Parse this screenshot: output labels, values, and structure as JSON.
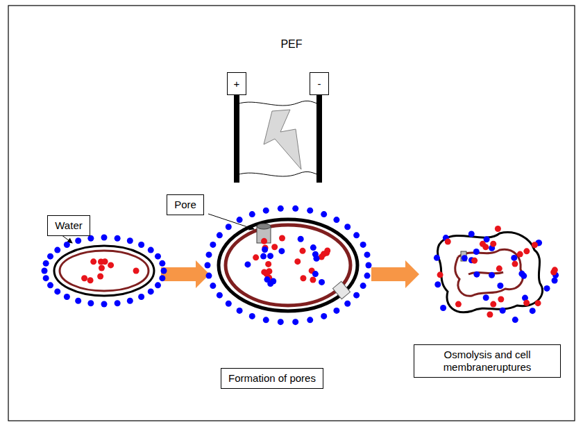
{
  "diagram": {
    "title": "PEF",
    "nodes": [
      {
        "text": [
          "+"
        ]
      },
      {
        "text": [
          "-"
        ]
      },
      {
        "text": [
          "Water"
        ]
      },
      {
        "text": [
          "Pore"
        ]
      },
      {
        "text": [
          "Formation of pores"
        ]
      },
      {
        "text": [
          "Osmolysis and cell membraneruptures"
        ]
      }
    ]
  }
}
